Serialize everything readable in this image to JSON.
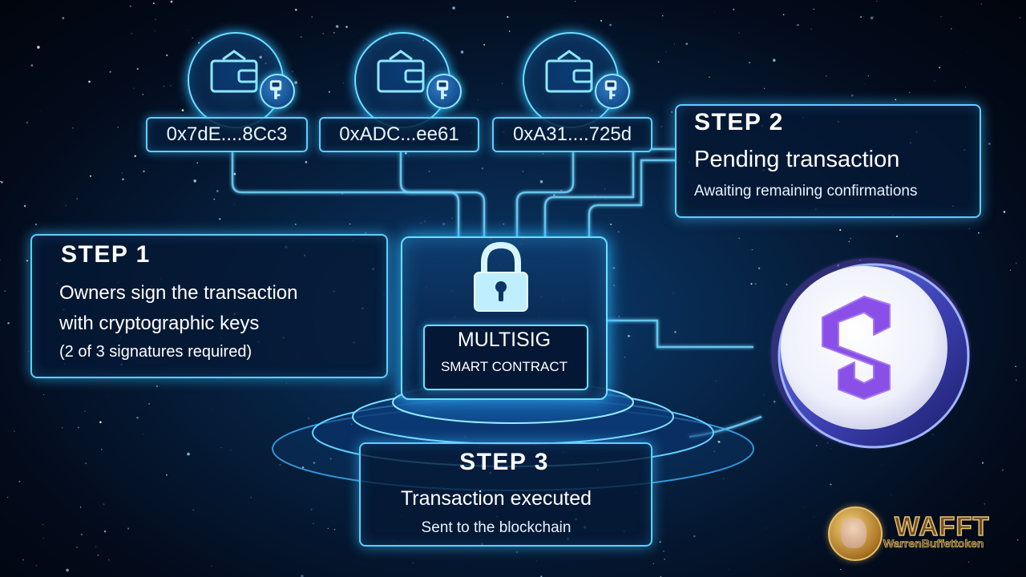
{
  "wallets": [
    {
      "address": "0x7dE....8Cc3",
      "icon": "wallet-icon",
      "badge_icon": "key-icon"
    },
    {
      "address": "0xADC...ee61",
      "icon": "wallet-icon",
      "badge_icon": "key-icon"
    },
    {
      "address": "0xA31....725d",
      "icon": "wallet-icon",
      "badge_icon": "key-icon"
    }
  ],
  "step1": {
    "title": "STEP 1",
    "line1": "Owners sign the transaction",
    "line2": "with cryptographic keys",
    "line3": "(2 of 3 signatures required)"
  },
  "step2": {
    "title": "STEP 2",
    "main": "Pending transaction",
    "sub": "Awaiting remaining confirmations"
  },
  "step3": {
    "title": "STEP 3",
    "main": "Transaction executed",
    "sub": "Sent to the blockchain"
  },
  "contract": {
    "title": "MULTISIG",
    "subtitle": "SMART CONTRACT",
    "icon": "padlock-icon"
  },
  "coin": {
    "icon": "polygon-logo-icon"
  },
  "brand": {
    "name": "WAFFT",
    "tagline": "WarrenBuffettoken"
  },
  "colors": {
    "accent_cyan": "#5fcfff",
    "background_navy": "#06203f",
    "polygon_purple": "#8247e5",
    "brand_gold": "#e0b24a"
  }
}
